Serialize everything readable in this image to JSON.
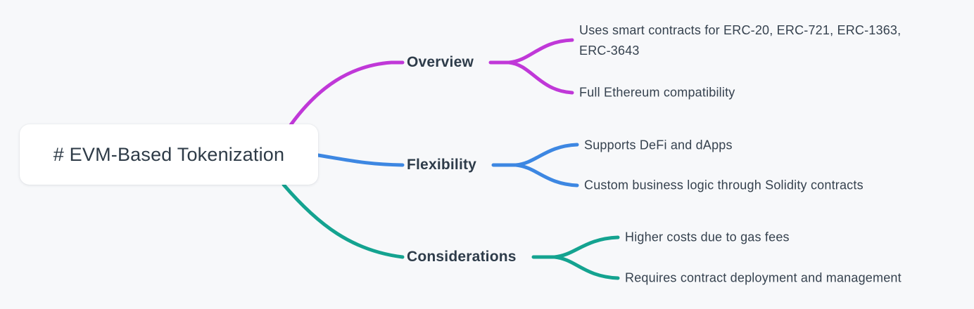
{
  "canvas": {
    "background": "#f7f8fa"
  },
  "root": {
    "label": "# EVM-Based Tokenization"
  },
  "branches": [
    {
      "label": "Overview",
      "color": "#c038d8",
      "children": [
        "Uses smart contracts for ERC-20, ERC-721, ERC-1363, ERC-3643",
        "Full Ethereum compatibility"
      ]
    },
    {
      "label": "Flexibility",
      "color": "#3d87e2",
      "children": [
        "Supports DeFi and dApps",
        "Custom business logic through Solidity contracts"
      ]
    },
    {
      "label": "Considerations",
      "color": "#14a390",
      "children": [
        "Higher costs due to gas fees",
        "Requires contract deployment and management"
      ]
    }
  ],
  "colors": {
    "text_dark": "#2e3c4a",
    "text_leaf": "#36424f",
    "node_background": "#ffffff"
  }
}
